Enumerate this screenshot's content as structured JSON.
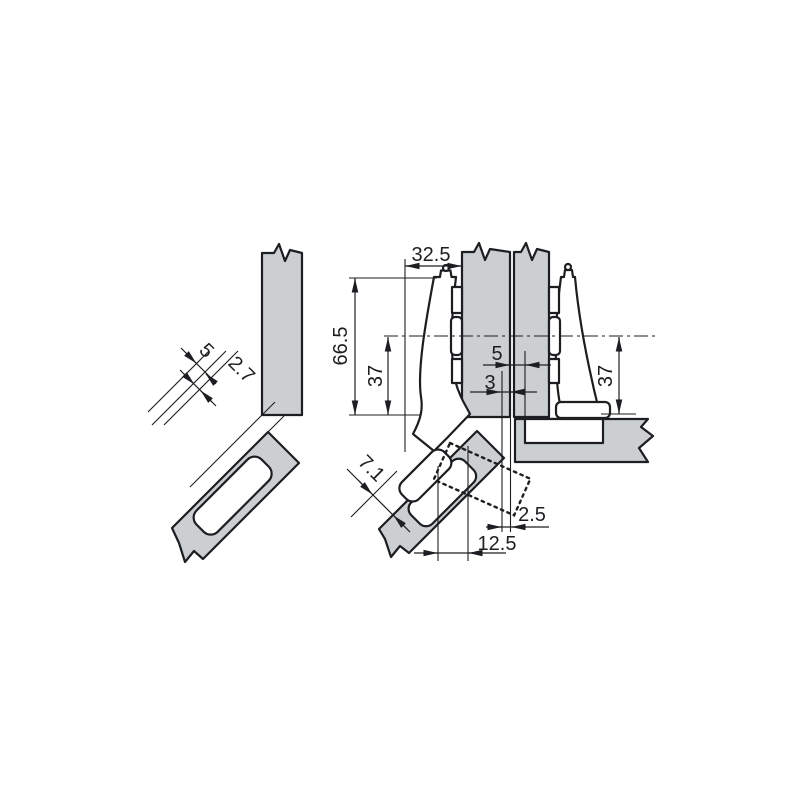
{
  "dimensions": {
    "left_view": {
      "overlay": "5",
      "reveal": "2.7"
    },
    "right_view": {
      "top_width": "32.5",
      "total_height": "66.5",
      "plate_height_left": "37",
      "joint_gap": "5",
      "joint_overlap": "3",
      "plate_height_right": "37",
      "cup_edge_distance": "7.1",
      "edge_offset": "2.5",
      "cup_distance": "12.5"
    }
  },
  "colors": {
    "background": "#ffffff",
    "panel_fill": "#cbcfd2",
    "line": "#1c1e21"
  }
}
